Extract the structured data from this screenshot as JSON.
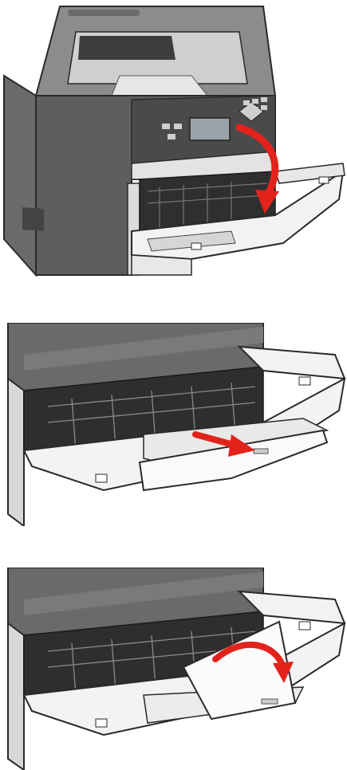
{
  "figure": {
    "steps": [
      {
        "action": "open-front-multipurpose-feeder",
        "arrow_color": "#e3231b",
        "arrow": "curved-down"
      },
      {
        "action": "pull-out-extender",
        "arrow_color": "#e3231b",
        "arrow": "straight-out"
      },
      {
        "action": "unfold-extender",
        "arrow_color": "#e3231b",
        "arrow": "curved-flip"
      }
    ],
    "colors": {
      "body_dark": "#5f5f5f",
      "body_mid": "#8a8a8a",
      "body_light": "#d9d9d9",
      "outline": "#2a2a2a",
      "tray": "#f4f4f4",
      "accent": "#e3231b"
    }
  }
}
